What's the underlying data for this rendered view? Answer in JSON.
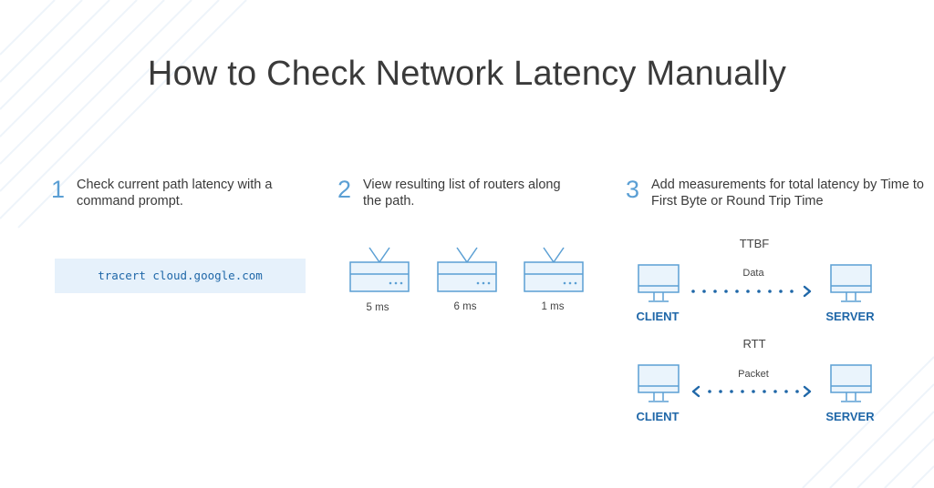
{
  "title": "How to Check Network Latency Manually",
  "steps": [
    {
      "number": "1",
      "text": "Check current path latency with a command prompt."
    },
    {
      "number": "2",
      "text": "View resulting list of routers along the path."
    },
    {
      "number": "3",
      "text": "Add measurements for total latency by Time to First Byte or Round Trip Time"
    }
  ],
  "command": "tracert cloud.google.com",
  "routers": [
    {
      "latency": "5 ms"
    },
    {
      "latency": "6 ms"
    },
    {
      "latency": "1 ms"
    }
  ],
  "ttbf": {
    "label": "TTBF",
    "arrow_label": "Data",
    "client_label": "CLIENT",
    "server_label": "SERVER",
    "direction": "one-way"
  },
  "rtt": {
    "label": "RTT",
    "arrow_label": "Packet",
    "client_label": "CLIENT",
    "server_label": "SERVER",
    "direction": "two-way"
  },
  "colors": {
    "accent": "#1f67a8",
    "icon_stroke": "#5b9fd4",
    "icon_fill": "#eaf4fc",
    "command_bg": "#e6f1fb",
    "title": "#3a3a3a"
  },
  "icons": [
    "router-icon",
    "computer-icon",
    "dotted-arrow-icon"
  ]
}
